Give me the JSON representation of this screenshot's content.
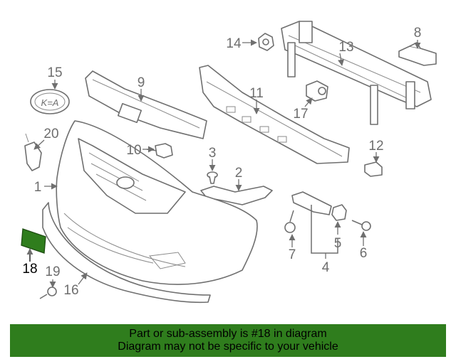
{
  "diagram": {
    "callouts": [
      {
        "id": "c1",
        "label": "1"
      },
      {
        "id": "c2",
        "label": "2"
      },
      {
        "id": "c3",
        "label": "3"
      },
      {
        "id": "c4",
        "label": "4"
      },
      {
        "id": "c5",
        "label": "5"
      },
      {
        "id": "c6",
        "label": "6"
      },
      {
        "id": "c7",
        "label": "7"
      },
      {
        "id": "c8",
        "label": "8"
      },
      {
        "id": "c9",
        "label": "9"
      },
      {
        "id": "c10",
        "label": "10"
      },
      {
        "id": "c11",
        "label": "11"
      },
      {
        "id": "c12",
        "label": "12"
      },
      {
        "id": "c13",
        "label": "13"
      },
      {
        "id": "c14",
        "label": "14"
      },
      {
        "id": "c15",
        "label": "15"
      },
      {
        "id": "c16",
        "label": "16"
      },
      {
        "id": "c17",
        "label": "17"
      },
      {
        "id": "c18",
        "label": "18"
      },
      {
        "id": "c19",
        "label": "19"
      },
      {
        "id": "c20",
        "label": "20"
      }
    ],
    "highlight_color": "#2f7d1d",
    "highlighted_part": "18"
  },
  "banner": {
    "line1": "Part or sub-assembly is #18 in diagram",
    "line2": "Diagram may not be specific to your vehicle",
    "color": "#2f7d1d"
  }
}
